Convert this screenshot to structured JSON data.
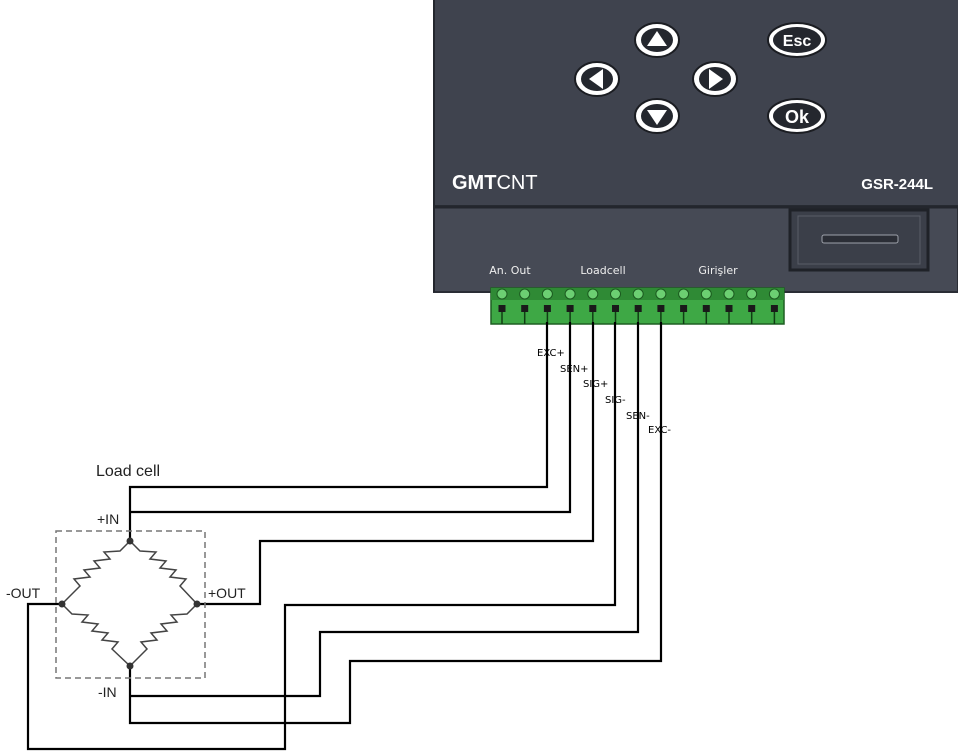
{
  "device": {
    "brand_bold": "GMT",
    "brand_light": "CNT",
    "model": "GSR-244L",
    "buttons": {
      "esc": "Esc",
      "ok": "Ok"
    },
    "sections": {
      "analog_out": "An. Out",
      "loadcell": "Loadcell",
      "inputs": "Girişler"
    }
  },
  "wires": {
    "exc_plus": "EXC+",
    "sen_plus": "SEN+",
    "sig_plus": "SIG+",
    "sig_minus": "SIG-",
    "sen_minus": "SEN-",
    "exc_minus": "EXC-"
  },
  "load_cell": {
    "title": "Load cell",
    "plus_in": "+IN",
    "minus_in": "-IN",
    "plus_out": "+OUT",
    "minus_out": "-OUT"
  },
  "colors": {
    "device_body": "#3f434e",
    "terminal_green": "#3ea845",
    "wire": "#000000"
  }
}
